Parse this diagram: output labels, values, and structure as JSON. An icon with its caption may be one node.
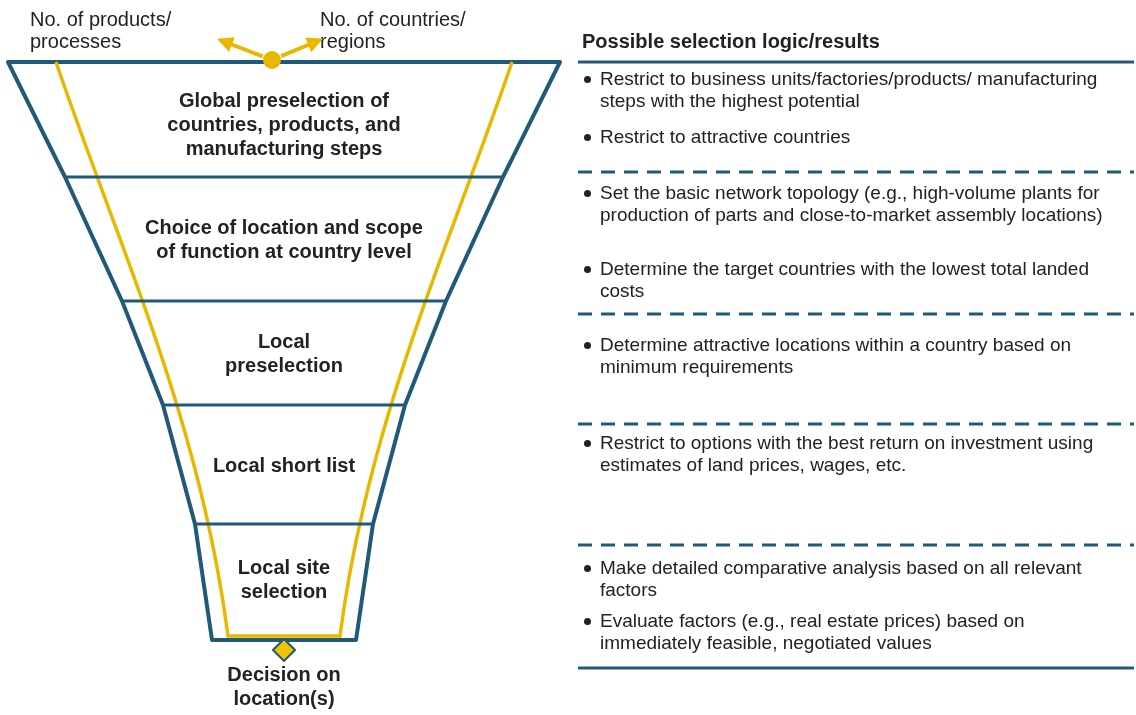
{
  "diagram": {
    "nodes": [
      {
        "text": [
          "No. of products/ processes"
        ]
      },
      {
        "text": [
          "No. of countries/ regions"
        ]
      },
      {
        "text": [],
        "shape": "circle"
      },
      {
        "text": [
          "Global preselection of countries, products, and manufacturing steps"
        ]
      },
      {
        "text": [
          "Choice of location and scope of function at country level"
        ]
      },
      {
        "text": [
          "Local preselection"
        ]
      },
      {
        "text": [
          "Local short list"
        ]
      },
      {
        "text": [
          "Local site selection"
        ]
      },
      {
        "text": [
          "Decision on location(s)"
        ]
      }
    ],
    "edges": [
      {
        "from": 2,
        "to": 0,
        "arrow": "to"
      },
      {
        "from": 2,
        "to": 1,
        "arrow": "to"
      }
    ],
    "labels": [
      "Possible selection logic/results",
      "Restrict to business units/factories/products/ manufacturing steps with the highest potential",
      "Restrict to attractive countries",
      "Set the basic network topology (e.g., high-volume plants for production of parts and close-to-market assembly locations)",
      "Determine the target countries with the lowest total landed costs",
      "Determine attractive locations within a country based on minimum requirements",
      "Restrict to options with the best return on investment using estimates of land prices, wages, etc.",
      "Make detailed comparative analysis based on all relevant factors",
      "Evaluate factors (e.g., real estate prices) based on immediately feasible, negotiated values"
    ]
  }
}
